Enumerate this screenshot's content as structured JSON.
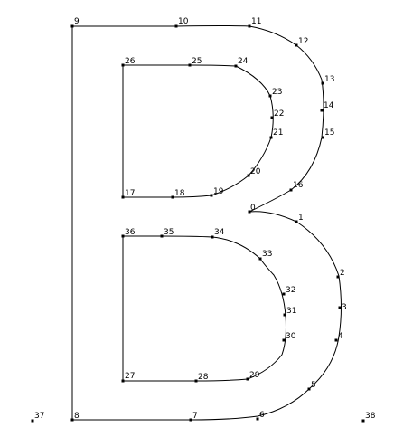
{
  "colors": {
    "background": "#ffffff",
    "stroke": "#000000"
  },
  "points": [
    {
      "id": "0",
      "label": "0"
    },
    {
      "id": "1",
      "label": "1"
    },
    {
      "id": "2",
      "label": "2"
    },
    {
      "id": "3",
      "label": "3"
    },
    {
      "id": "4",
      "label": "4"
    },
    {
      "id": "5",
      "label": "5"
    },
    {
      "id": "6",
      "label": "6"
    },
    {
      "id": "7",
      "label": "7"
    },
    {
      "id": "8",
      "label": "8"
    },
    {
      "id": "9",
      "label": "9"
    },
    {
      "id": "10",
      "label": "10"
    },
    {
      "id": "11",
      "label": "11"
    },
    {
      "id": "12",
      "label": "12"
    },
    {
      "id": "13",
      "label": "13"
    },
    {
      "id": "14",
      "label": "14"
    },
    {
      "id": "15",
      "label": "15"
    },
    {
      "id": "16",
      "label": "16"
    },
    {
      "id": "17",
      "label": "17"
    },
    {
      "id": "18",
      "label": "18"
    },
    {
      "id": "19",
      "label": "19"
    },
    {
      "id": "20",
      "label": "20"
    },
    {
      "id": "21",
      "label": "21"
    },
    {
      "id": "22",
      "label": "22"
    },
    {
      "id": "23",
      "label": "23"
    },
    {
      "id": "24",
      "label": "24"
    },
    {
      "id": "25",
      "label": "25"
    },
    {
      "id": "26",
      "label": "26"
    },
    {
      "id": "27",
      "label": "27"
    },
    {
      "id": "28",
      "label": "28"
    },
    {
      "id": "29",
      "label": "29"
    },
    {
      "id": "30",
      "label": "30"
    },
    {
      "id": "31",
      "label": "31"
    },
    {
      "id": "32",
      "label": "32"
    },
    {
      "id": "33",
      "label": "33"
    },
    {
      "id": "34",
      "label": "34"
    },
    {
      "id": "35",
      "label": "35"
    },
    {
      "id": "36",
      "label": "36"
    },
    {
      "id": "37",
      "label": "37"
    },
    {
      "id": "38",
      "label": "38"
    }
  ]
}
